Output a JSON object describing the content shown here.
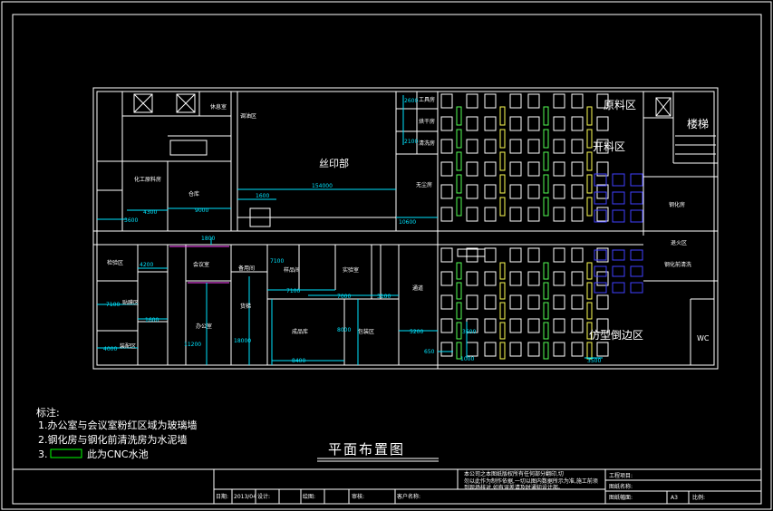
{
  "colors": {
    "wall": "#ffffff",
    "dim": "#00e5ff",
    "pool": "#00ff00",
    "machine_green": "#55ff55",
    "machine_yellow": "#ffff55",
    "machine_purple": "#4040ff",
    "frame": "#ffffff",
    "text": "#ffffff",
    "magenta": "#ff44ff"
  },
  "rooms": {
    "silk_print": "丝印部",
    "raw_material": "原料区",
    "cutting": "开料区",
    "stairs": "楼梯",
    "side_imitation": "仿型倒边区",
    "wc": "WC",
    "chemical_room": "化工原料房",
    "warehouse": "仓库",
    "office": "办公室",
    "meeting": "会议室",
    "tempering": "钢化房",
    "pre_tempering": "钢化前清洗",
    "annealing": "退火区",
    "oil_mix": "调油区",
    "tool_room": "工具房",
    "dust_free": "无尘房",
    "rest_room": "休息室",
    "spare_room": "备用间",
    "finish": "成品库",
    "pack": "包装区",
    "insp": "检验区",
    "film": "贴膜区",
    "clean": "清洗房",
    "sample": "样品间",
    "dryer": "烘干房",
    "fitting": "装配区",
    "lab": "实验室",
    "corridor": "通道",
    "elev": "货梯"
  },
  "dims": {
    "d_154000": "154000",
    "d_1600a": "1600",
    "d_4300": "4300",
    "d_9000": "9000",
    "d_3600": "3600",
    "d_10600": "10600",
    "d_2600": "2600",
    "d_2100": "2100",
    "d_1800": "1800",
    "d_4200": "4200",
    "d_7100a": "7100",
    "d_7100b": "7100",
    "d_1600b": "1600",
    "d_4000": "4000",
    "d_11200": "11200",
    "d_18000": "18000",
    "d_7100c": "7100",
    "d_7000": "7000",
    "d_3100": "3100",
    "d_8000": "8000",
    "d_8400": "8400",
    "d_5200": "5200",
    "d_650": "650",
    "d_1000": "1000",
    "d_3600b": "3600",
    "d_3500": "3500"
  },
  "notes": {
    "heading": "标注:",
    "line1": "1.办公室与会议室粉红区域为玻璃墙",
    "line2": "2.钢化房与钢化前清洗房为水泥墙",
    "line3_prefix": "3.",
    "line3_text": "此为CNC水池"
  },
  "title_block": {
    "drawing_title": "平面布置图",
    "company_note_1": "本公司之本图纸版权所有任何部分翻印,切",
    "company_note_2": "勿以此作为制作依据,一切以图内数据所示为准,施工前须",
    "company_note_3": "到现场核对,如有误差请及时通知设计部。",
    "date_label": "日期:",
    "date_value": "2013/04",
    "design_label": "设计:",
    "draw_label": "绘图:",
    "review_label": "审核:",
    "client_label": "客户名称:",
    "project_label": "工程项目:",
    "drawing_no_label": "图纸名称:",
    "sheet_label": "图纸幅面:",
    "sheet_value": "A3",
    "scale_label": "比例:"
  }
}
